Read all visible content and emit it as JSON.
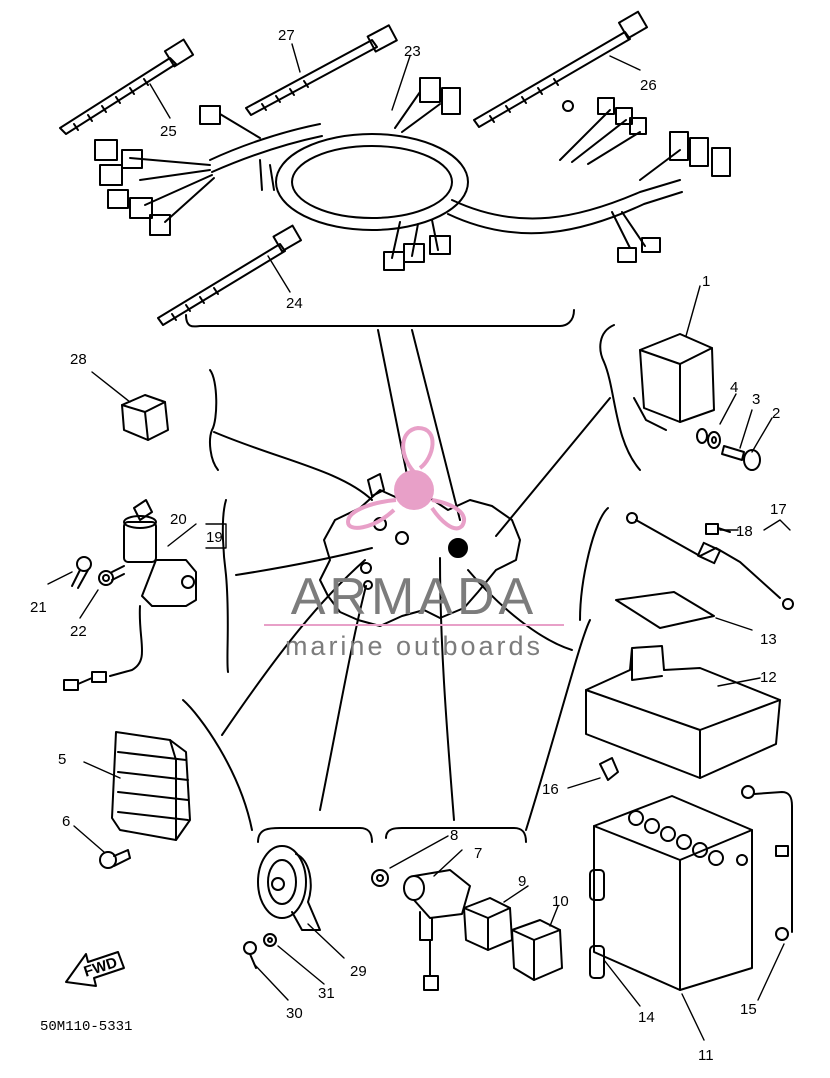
{
  "drawing_code": "50M110-5331",
  "fwd_label": "FWD",
  "watermark": {
    "brand": "ARMADA",
    "tagline": "marine outboards",
    "logo_color": "#e8a0c8"
  },
  "callouts": {
    "p1": "1",
    "p2": "2",
    "p3": "3",
    "p4": "4",
    "p5": "5",
    "p6": "6",
    "p7": "7",
    "p8": "8",
    "p9": "9",
    "p10": "10",
    "p11": "11",
    "p12": "12",
    "p13": "13",
    "p14": "14",
    "p15": "15",
    "p16": "16",
    "p17": "17",
    "p18": "18",
    "p19": "19",
    "p20": "20",
    "p21": "21",
    "p22": "22",
    "p23": "23",
    "p24": "24",
    "p25": "25",
    "p26": "26",
    "p27": "27",
    "p28": "28",
    "p29": "29",
    "p30": "30",
    "p31": "31"
  }
}
